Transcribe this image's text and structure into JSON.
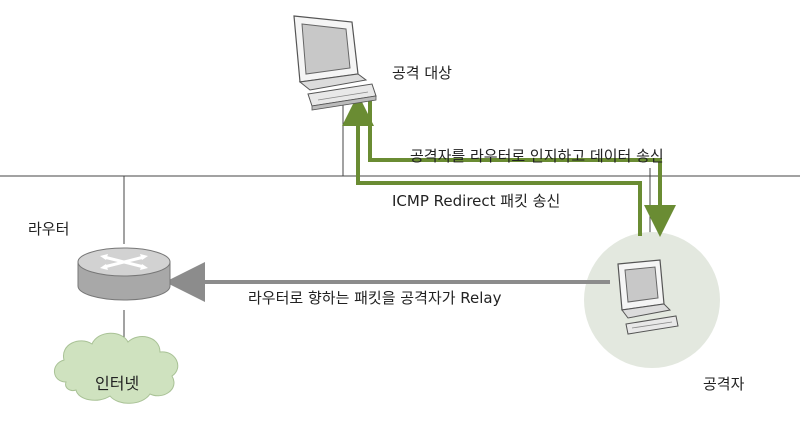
{
  "nodes": {
    "target": {
      "label": "공격 대상"
    },
    "attacker": {
      "label": "공격자"
    },
    "router": {
      "label": "라우터"
    },
    "internet": {
      "label": "인터넷"
    }
  },
  "flows": {
    "to_target": {
      "label": "공격자를 라우터로 인지하고 데이터 송신"
    },
    "icmp_redirect": {
      "label": "ICMP Redirect 패킷 송신"
    },
    "relay": {
      "label": "라우터로 향하는 패킷을 공격자가 Relay"
    }
  },
  "colors": {
    "green_arrow": "#6a8c33",
    "gray_arrow": "#8c8c8c",
    "network_line": "#444444",
    "attacker_halo": "#e3e8df",
    "cloud": "#cfe2bf",
    "router": "#c9c9c9"
  }
}
